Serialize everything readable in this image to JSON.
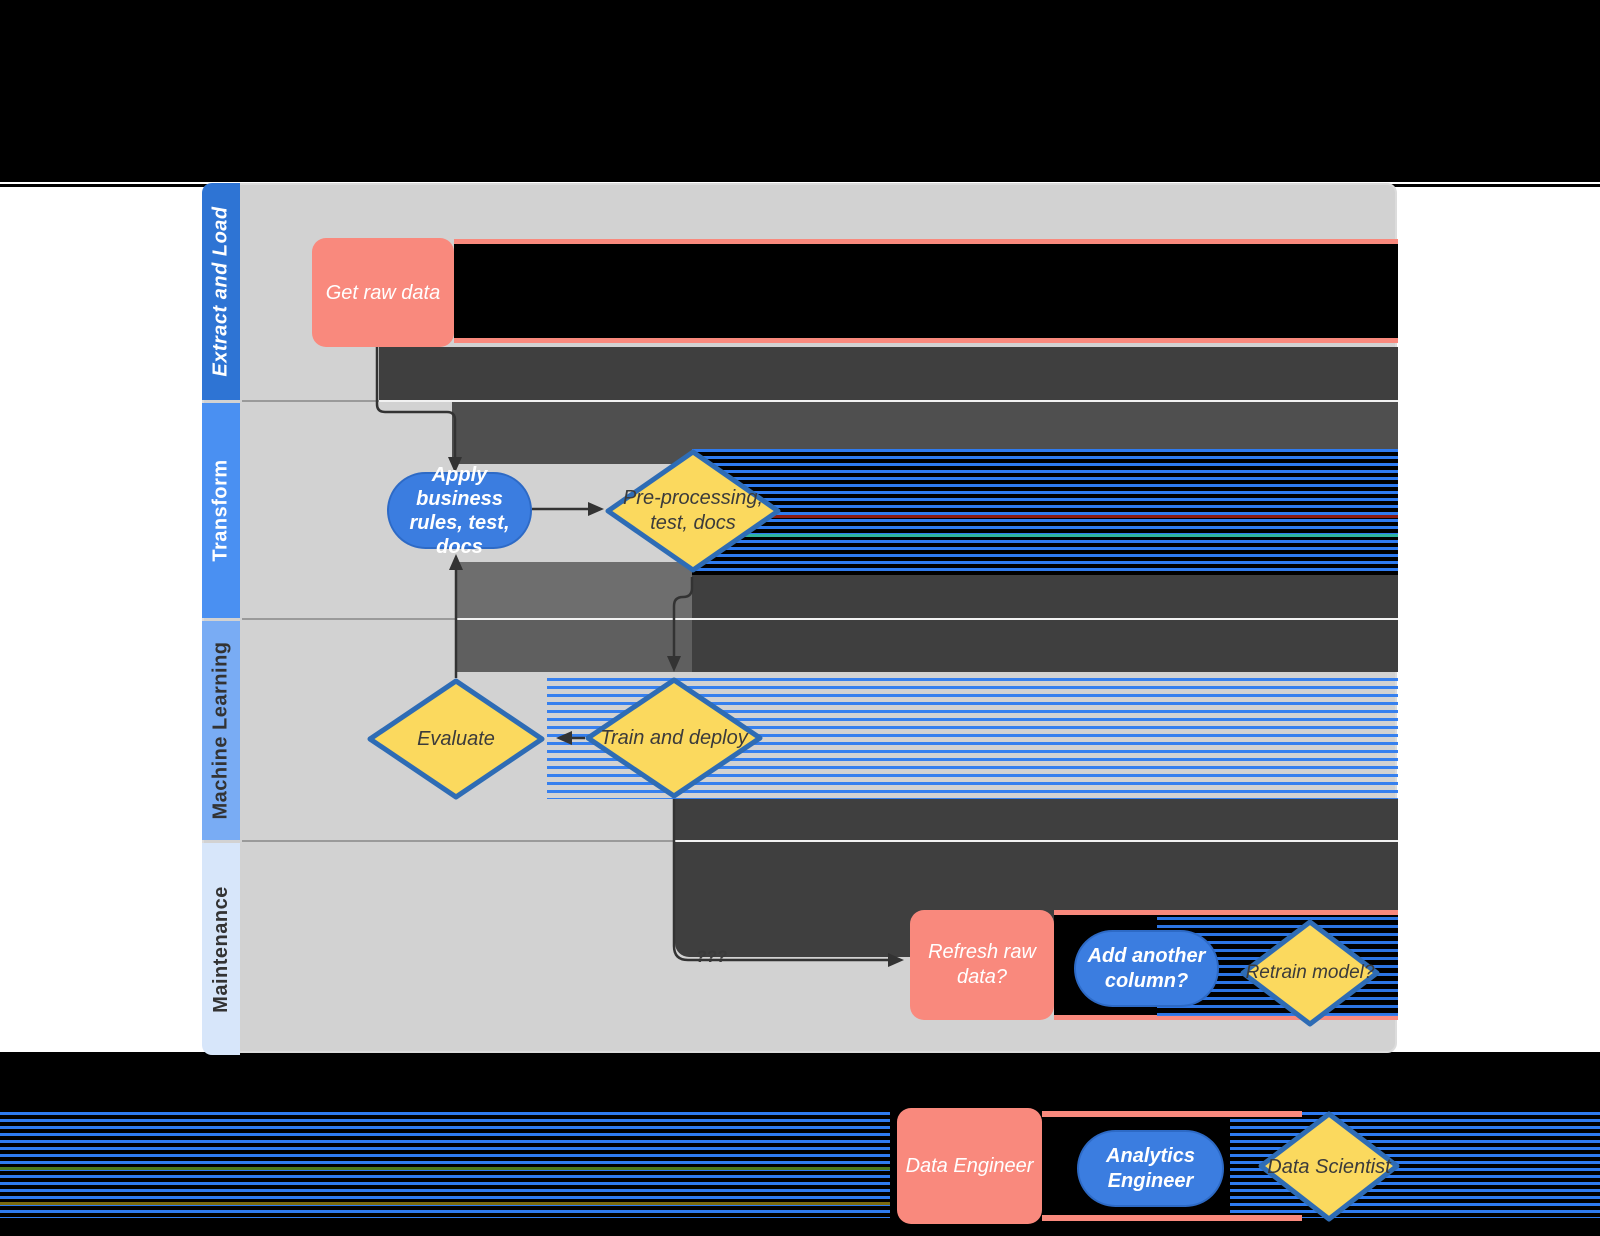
{
  "diagram": {
    "lanes": [
      {
        "id": "extract-load",
        "label": "Extract and Load",
        "bar_color": "#2e74d4",
        "text_color": "#ffffff"
      },
      {
        "id": "transform",
        "label": "Transform",
        "bar_color": "#4a90f2",
        "text_color": "#ffffff"
      },
      {
        "id": "machine-learning",
        "label": "Machine Learning",
        "bar_color": "#79acf4",
        "text_color": "#333333"
      },
      {
        "id": "maintenance",
        "label": "Maintenance",
        "bar_color": "#d7e6fa",
        "text_color": "#333333"
      }
    ],
    "nodes": {
      "get_raw_data": {
        "type": "process",
        "lines": [
          "Get raw data"
        ]
      },
      "apply_business_rules": {
        "type": "terminator",
        "lines": [
          "Apply business",
          "rules, test,",
          "docs"
        ]
      },
      "pre_processing": {
        "type": "decision",
        "lines": [
          "Pre-processing,",
          "test, docs"
        ]
      },
      "evaluate": {
        "type": "decision",
        "lines": [
          "Evaluate"
        ]
      },
      "train_deploy": {
        "type": "decision",
        "lines": [
          "Train and deploy"
        ]
      },
      "refresh_raw_data": {
        "type": "process",
        "lines": [
          "Refresh raw",
          "data?"
        ]
      },
      "add_column": {
        "type": "terminator",
        "lines": [
          "Add another",
          "column?"
        ]
      },
      "retrain_model": {
        "type": "decision",
        "lines": [
          "Retrain model?"
        ]
      }
    },
    "connector_label": "???"
  },
  "legend": {
    "data_engineer": {
      "shape": "process",
      "lines": [
        "Data Engineer"
      ]
    },
    "analytics_engineer": {
      "shape": "terminator",
      "lines": [
        "Analytics",
        "Engineer"
      ]
    },
    "data_scientist": {
      "shape": "decision",
      "lines": [
        "Data Scientist"
      ]
    }
  },
  "colors": {
    "process_fill": "#f9897d",
    "terminator_fill": "#3b7de0",
    "decision_fill": "#fbd95e",
    "decision_border": "#2e6cb5",
    "lane_body": "#d2d2d2",
    "glitch_dark": "#3f3f3f",
    "glitch_black": "#000000",
    "glitch_blue": "#2e7bf0",
    "background": "#000000"
  }
}
